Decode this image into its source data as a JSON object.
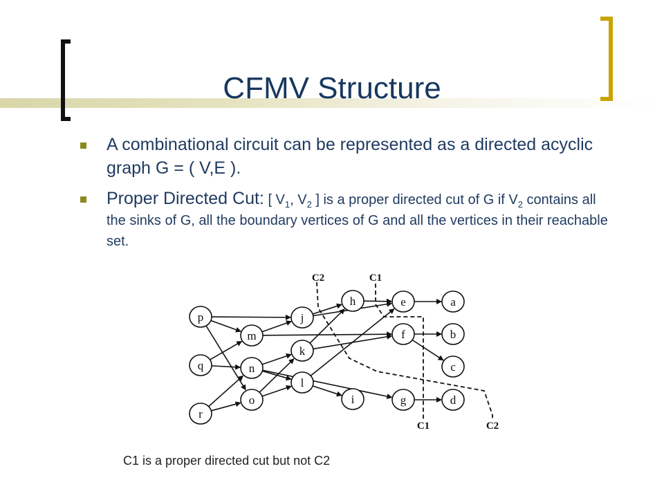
{
  "slide": {
    "title": "CFMV Structure",
    "bullet1": "A combinational circuit can be represented as a directed acyclic graph G = ( V,E ).",
    "bullet2": {
      "lead": "Proper Directed Cut:",
      "text_a": "[ V",
      "sub1": "1",
      "text_b": ", V",
      "sub2": "2",
      "text_c": " ] is a proper directed cut of G if V",
      "sub3": "2",
      "text_d": " contains all the sinks of G, all the boundary vertices of G and all the vertices in their reachable set."
    },
    "caption": "C1 is a proper directed cut but not C2"
  },
  "graph": {
    "nodes": [
      "p",
      "q",
      "r",
      "m",
      "n",
      "o",
      "j",
      "k",
      "l",
      "h",
      "i",
      "e",
      "f",
      "g",
      "a",
      "b",
      "c",
      "d"
    ],
    "edges": [
      [
        "p",
        "m"
      ],
      [
        "p",
        "j"
      ],
      [
        "p",
        "o"
      ],
      [
        "q",
        "m"
      ],
      [
        "q",
        "n"
      ],
      [
        "r",
        "n"
      ],
      [
        "r",
        "o"
      ],
      [
        "m",
        "j"
      ],
      [
        "m",
        "f"
      ],
      [
        "n",
        "k"
      ],
      [
        "n",
        "l"
      ],
      [
        "n",
        "g"
      ],
      [
        "o",
        "l"
      ],
      [
        "o",
        "k"
      ],
      [
        "j",
        "h"
      ],
      [
        "j",
        "e"
      ],
      [
        "k",
        "h"
      ],
      [
        "k",
        "f"
      ],
      [
        "l",
        "i"
      ],
      [
        "l",
        "e"
      ],
      [
        "h",
        "e"
      ],
      [
        "e",
        "a"
      ],
      [
        "f",
        "b"
      ],
      [
        "f",
        "c"
      ],
      [
        "g",
        "d"
      ]
    ],
    "cuts": [
      "C2",
      "C1",
      "C1",
      "C2"
    ]
  }
}
